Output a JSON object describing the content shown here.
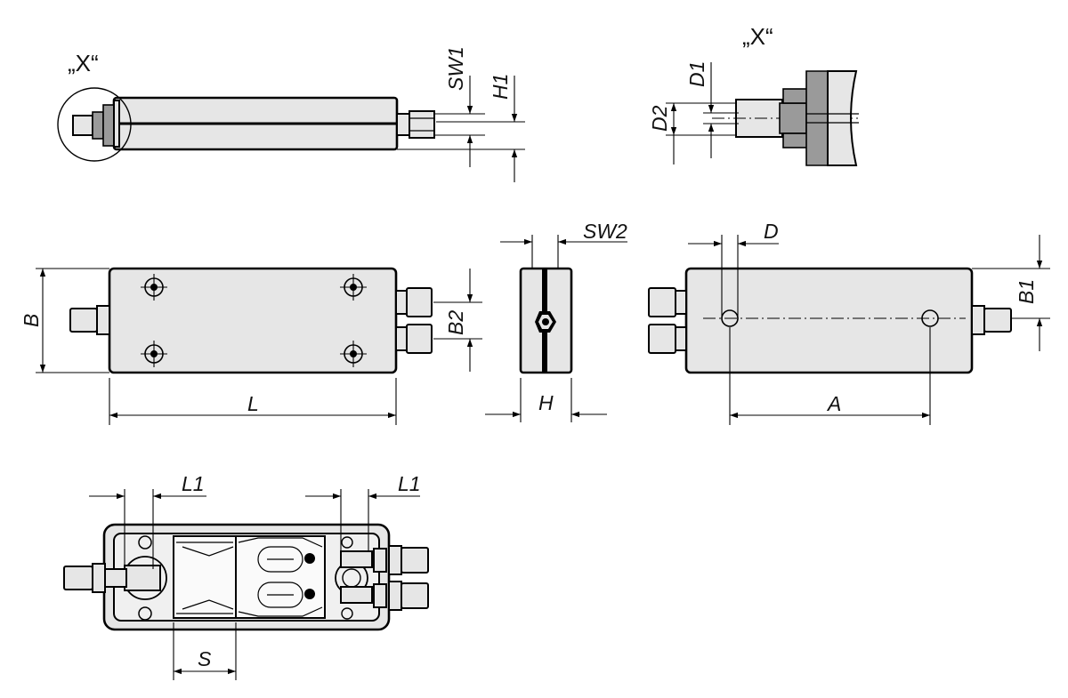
{
  "detail_marker": "„X“",
  "dimensions": {
    "SW1": "SW1",
    "H1": "H1",
    "D1": "D1",
    "D2": "D2",
    "SW2": "SW2",
    "D": "D",
    "B": "B",
    "B1": "B1",
    "B2": "B2",
    "L": "L",
    "H": "H",
    "A": "A",
    "L1": "L1",
    "S": "S"
  }
}
